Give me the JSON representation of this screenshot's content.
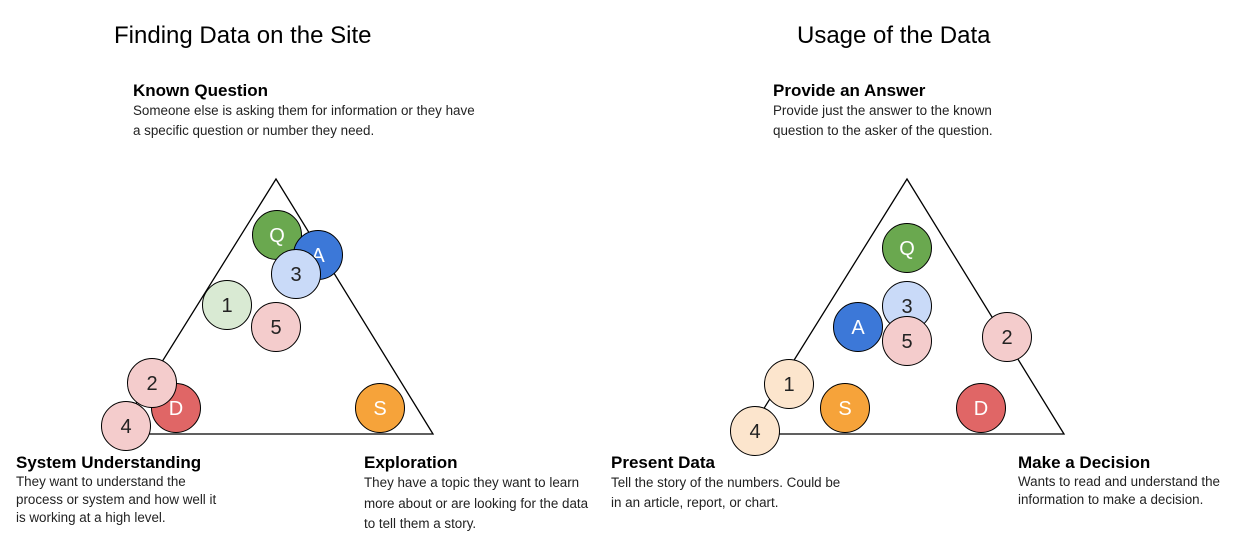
{
  "panels": [
    {
      "title": "Finding Data on the Site",
      "corners": {
        "top": {
          "title": "Known Question",
          "desc": "Someone else is asking them for information or they have a specific question or number they need."
        },
        "left": {
          "title": "System Understanding",
          "desc": "They want to understand the process or system and how well it is working at a high level."
        },
        "right": {
          "title": "Exploration",
          "desc": "They have a topic they want to learn more about or are looking for the data to tell them a story."
        }
      },
      "markers": [
        {
          "id": "Q",
          "label": "Q",
          "color": "#6aa84f"
        },
        {
          "id": "A",
          "label": "A",
          "color": "#3c78d8"
        },
        {
          "id": "3",
          "label": "3",
          "color": "#c9daf8"
        },
        {
          "id": "1",
          "label": "1",
          "color": "#d9ead3"
        },
        {
          "id": "5",
          "label": "5",
          "color": "#f4cccc"
        },
        {
          "id": "D",
          "label": "D",
          "color": "#e06666"
        },
        {
          "id": "2",
          "label": "2",
          "color": "#f4cccc"
        },
        {
          "id": "4",
          "label": "4",
          "color": "#f4cccc"
        },
        {
          "id": "S",
          "label": "S",
          "color": "#f6a33a"
        }
      ]
    },
    {
      "title": "Usage of the Data",
      "corners": {
        "top": {
          "title": "Provide an Answer",
          "desc": "Provide just the answer to the known question to the asker of the question."
        },
        "left": {
          "title": "Present Data",
          "desc": "Tell the story of the numbers.  Could be in an article, report, or chart."
        },
        "right": {
          "title": "Make a Decision",
          "desc": "Wants to read and understand the information to make a decision."
        }
      },
      "markers": [
        {
          "id": "Q",
          "label": "Q",
          "color": "#6aa84f"
        },
        {
          "id": "3",
          "label": "3",
          "color": "#c9daf8"
        },
        {
          "id": "A",
          "label": "A",
          "color": "#3c78d8"
        },
        {
          "id": "5",
          "label": "5",
          "color": "#f4cccc"
        },
        {
          "id": "2",
          "label": "2",
          "color": "#f4cccc"
        },
        {
          "id": "1",
          "label": "1",
          "color": "#fce5cd"
        },
        {
          "id": "S",
          "label": "S",
          "color": "#f6a33a"
        },
        {
          "id": "D",
          "label": "D",
          "color": "#e06666"
        },
        {
          "id": "4",
          "label": "4",
          "color": "#fce5cd"
        }
      ]
    }
  ]
}
